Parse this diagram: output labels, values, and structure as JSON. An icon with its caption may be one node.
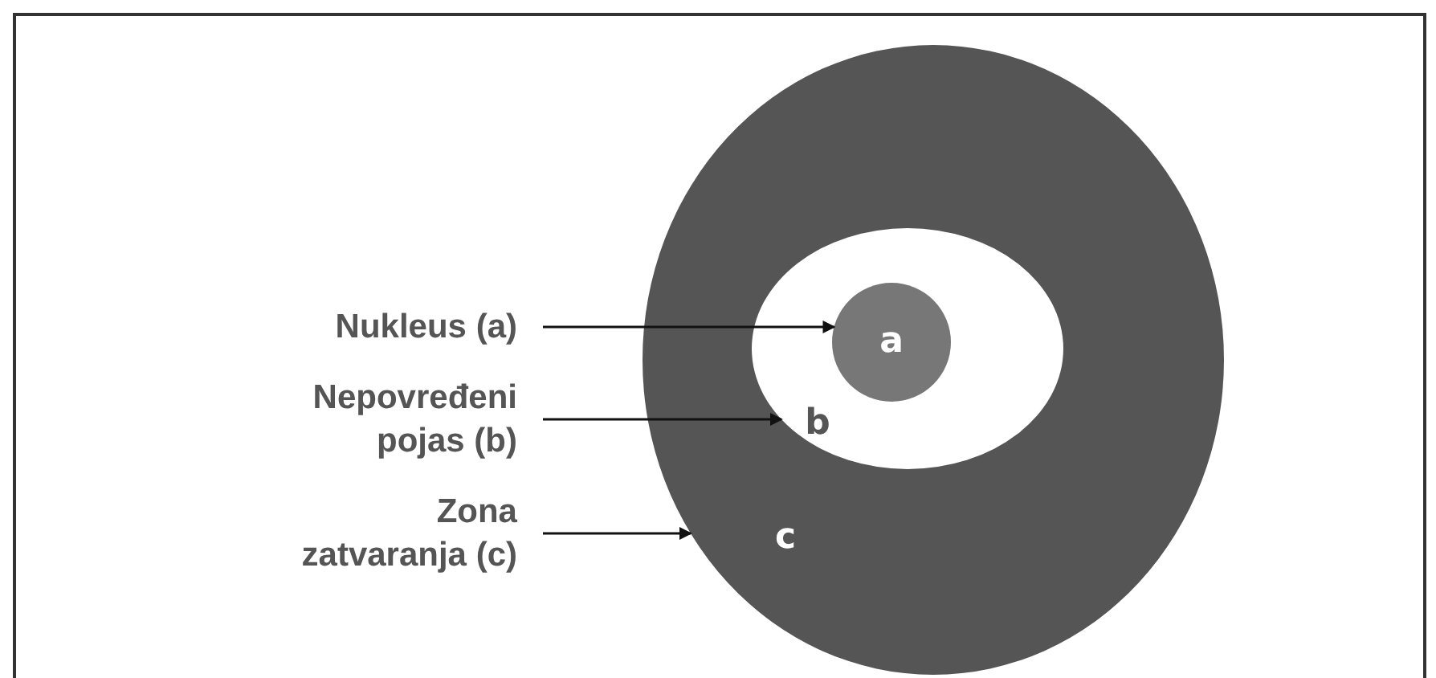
{
  "diagram": {
    "nodes": [
      {
        "text": [
          "c"
        ]
      },
      {
        "text": [
          "b"
        ],
        "in": 0
      },
      {
        "text": [
          "a"
        ],
        "in": 1
      },
      {
        "text": [
          "Nukleus (a)"
        ]
      },
      {
        "text": [
          "Nepovređeni pojas (b)"
        ]
      },
      {
        "text": [
          "Zona zatvaranja (c)"
        ]
      }
    ],
    "edges": [
      {
        "from": 3,
        "to": 2,
        "arrow": "to"
      },
      {
        "from": 4,
        "to": 1,
        "arrow": "to"
      },
      {
        "from": 5,
        "to": 0,
        "arrow": "to"
      }
    ]
  }
}
